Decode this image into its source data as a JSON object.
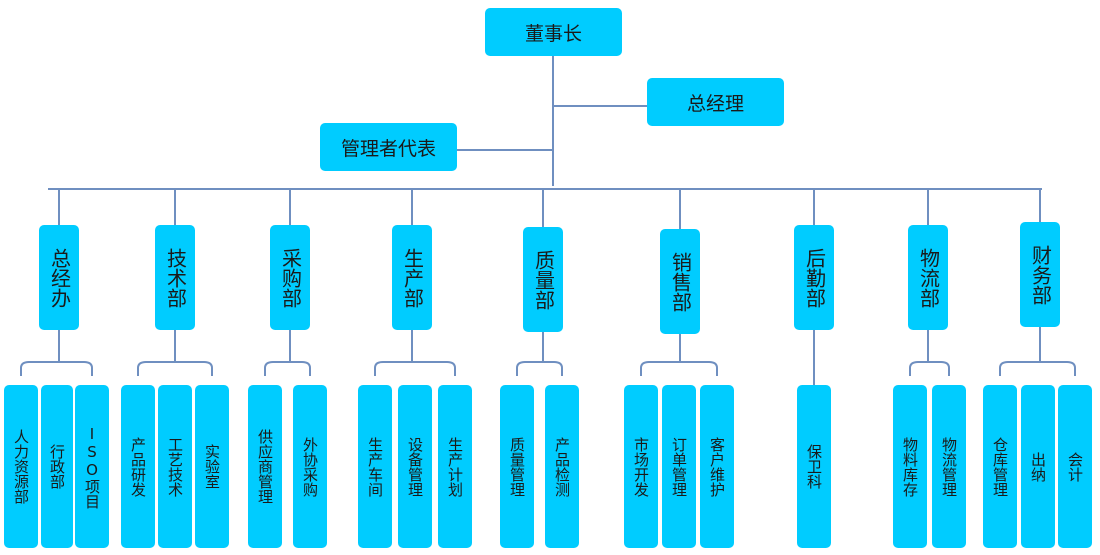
{
  "chairman": "董事长",
  "general_manager": "总经理",
  "mgmt_rep": "管理者代表",
  "departments": [
    {
      "name": "总经办",
      "subs": [
        "人力资源部",
        "行政部",
        "ISO项目"
      ]
    },
    {
      "name": "技术部",
      "subs": [
        "产品研发",
        "工艺技术",
        "实验室"
      ]
    },
    {
      "name": "采购部",
      "subs": [
        "供应商管理",
        "外协采购"
      ]
    },
    {
      "name": "生产部",
      "subs": [
        "生产车间",
        "设备管理",
        "生产计划"
      ]
    },
    {
      "name": "质量部",
      "subs": [
        "质量管理",
        "产品检测"
      ]
    },
    {
      "name": "销售部",
      "subs": [
        "市场开发",
        "订单管理",
        "客户维护"
      ]
    },
    {
      "name": "后勤部",
      "subs": [
        "保卫科"
      ]
    },
    {
      "name": "物流部",
      "subs": [
        "物料库存",
        "物流管理"
      ]
    },
    {
      "name": "财务部",
      "subs": [
        "仓库管理",
        "出纳",
        "会计"
      ]
    }
  ],
  "colors": {
    "box": "#00ccff",
    "line": "#6f8fc0"
  }
}
